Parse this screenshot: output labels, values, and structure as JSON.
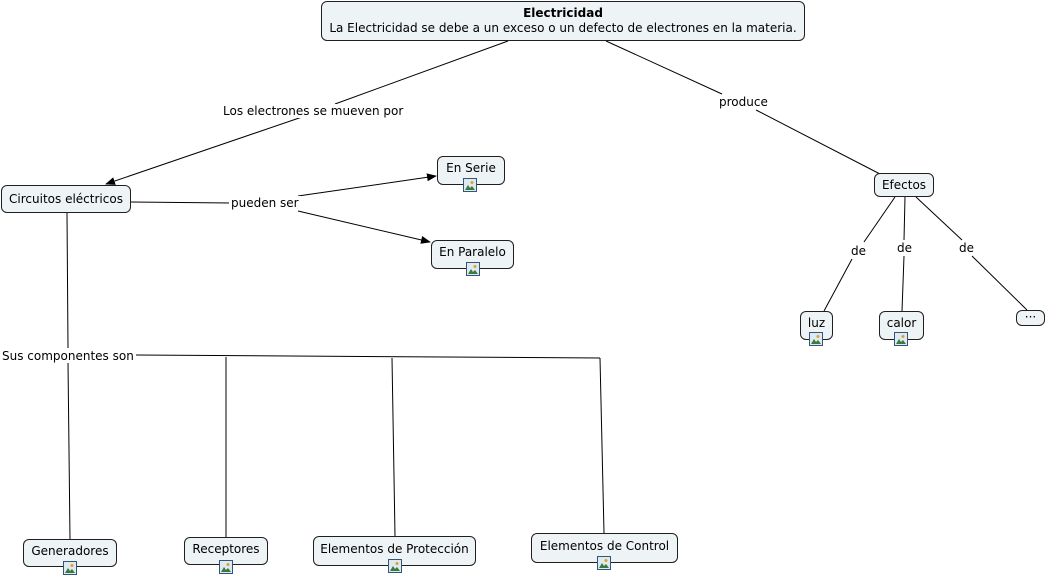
{
  "root": {
    "title": "Electricidad",
    "description": "La Electricidad se debe a un exceso o un defecto de electrones en la materia."
  },
  "links": {
    "move_through": "Los electrones se mueven por",
    "produces": "produce",
    "can_be": "pueden ser",
    "components_are": "Sus componentes son",
    "of_luz": "de",
    "of_calor": "de",
    "of_more": "de"
  },
  "nodes": {
    "circuits": "Circuitos eléctricos",
    "series": "En Serie",
    "parallel": "En Paralelo",
    "effects": "Efectos",
    "light": "luz",
    "heat": "calor",
    "more": "···",
    "generators": "Generadores",
    "receivers": "Receptores",
    "protection": "Elementos de Protección",
    "control": "Elementos de Control"
  },
  "icons": {
    "attachment": "image-icon"
  }
}
